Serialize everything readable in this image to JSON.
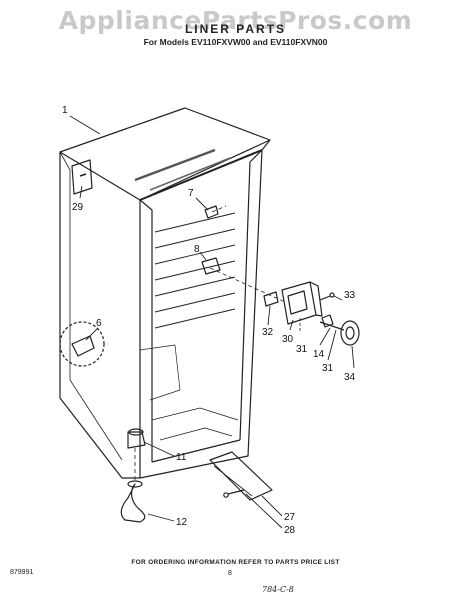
{
  "watermark": "AppliancePartsPros.com",
  "title": "LINER PARTS",
  "subtitle": "For Models EV110FXVW00 and EV110FXVN00",
  "callouts": {
    "c1": "1",
    "c6": "6",
    "c7": "7",
    "c8": "8",
    "c11": "11",
    "c12": "12",
    "c14": "14",
    "c27": "27",
    "c28": "28",
    "c29": "29",
    "c30": "30",
    "c31a": "31",
    "c31b": "31",
    "c32": "32",
    "c33": "33",
    "c34": "34"
  },
  "footer": {
    "ordering_note": "FOR ORDERING INFORMATION REFER TO PARTS PRICE LIST",
    "ref_code": "879991",
    "page_number": "8",
    "handwritten": "784-C-8"
  }
}
